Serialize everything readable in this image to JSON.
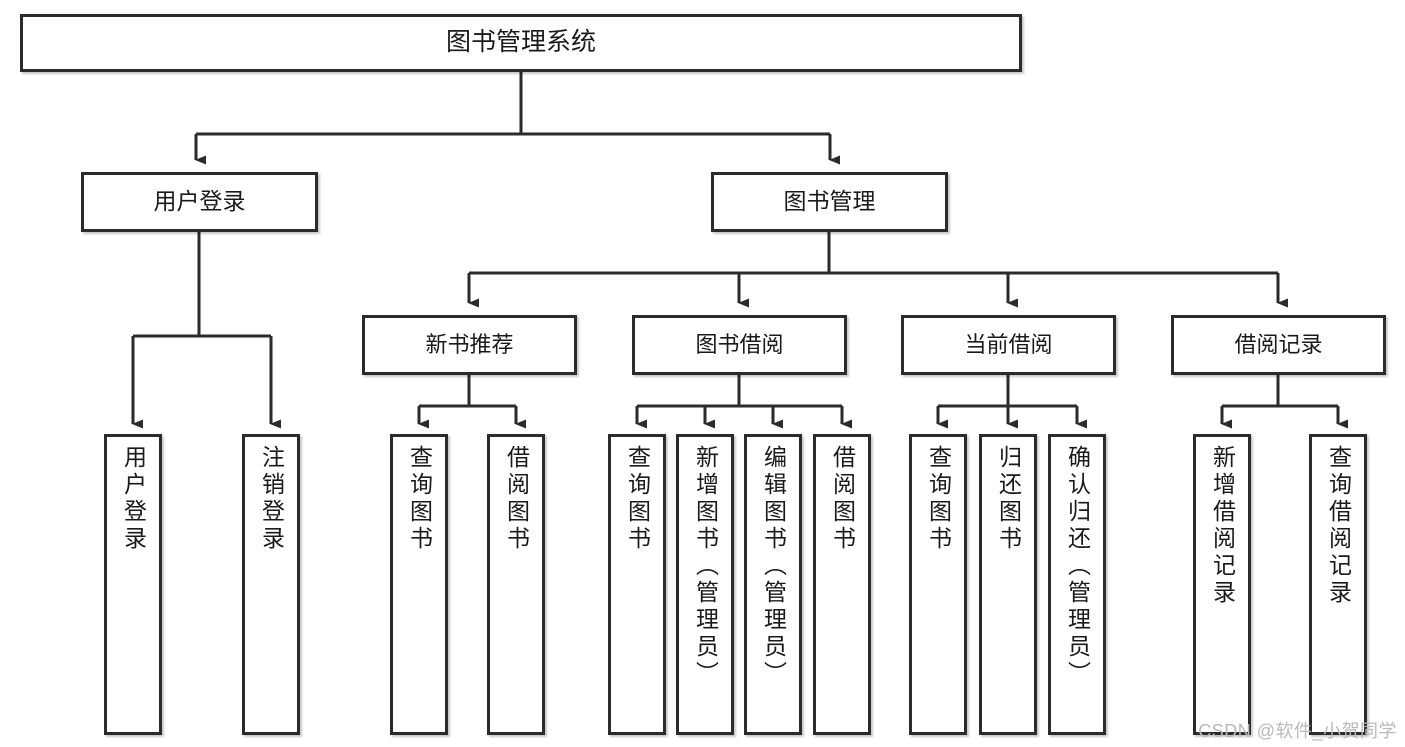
{
  "diagram": {
    "title": "图书管理系统",
    "type": "tree-hierarchy",
    "watermark": "CSDN @软件_小贺同学",
    "colors": {
      "box_border": "#2b2b2b",
      "box_fill": "#ffffff",
      "line": "#2b2b2b",
      "text": "#1a1a1a",
      "watermark": "#b9b9b9"
    },
    "root": {
      "label": "图书管理系统"
    },
    "level2": [
      {
        "label": "用户登录"
      },
      {
        "label": "图书管理"
      }
    ],
    "level3": [
      {
        "label": "新书推荐"
      },
      {
        "label": "图书借阅"
      },
      {
        "label": "当前借阅"
      },
      {
        "label": "借阅记录"
      }
    ],
    "leaves": {
      "user_login": [
        {
          "label": "用户登录"
        },
        {
          "label": "注销登录"
        }
      ],
      "new_book_recommend": [
        {
          "label": "查询图书"
        },
        {
          "label": "借阅图书"
        }
      ],
      "book_borrow": [
        {
          "label": "查询图书"
        },
        {
          "label": "新增图书（管理员）"
        },
        {
          "label": "编辑图书（管理员）"
        },
        {
          "label": "借阅图书"
        }
      ],
      "current_borrow": [
        {
          "label": "查询图书"
        },
        {
          "label": "归还图书"
        },
        {
          "label": "确认归还（管理员）"
        }
      ],
      "borrow_record": [
        {
          "label": "新增借阅记录"
        },
        {
          "label": "查询借阅记录"
        }
      ]
    }
  }
}
